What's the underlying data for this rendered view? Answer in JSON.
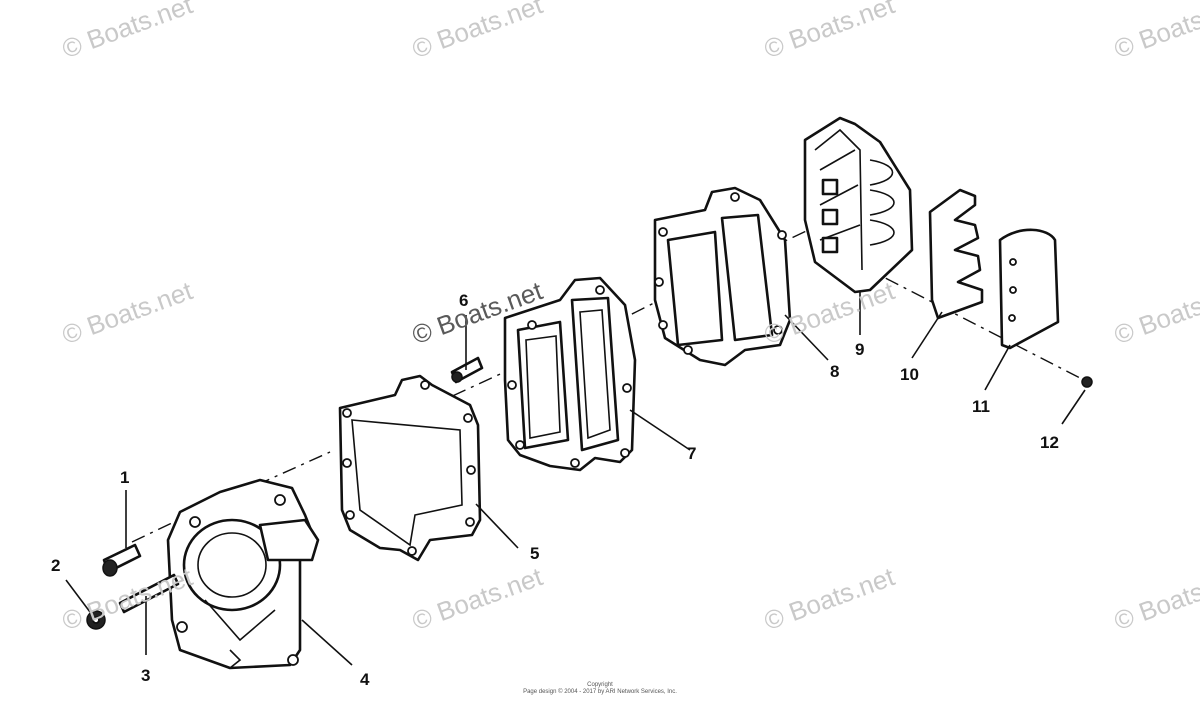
{
  "watermarks": {
    "text": "© Boats.net",
    "positions_count": 12
  },
  "callouts": [
    "1",
    "2",
    "3",
    "4",
    "5",
    "6",
    "7",
    "8",
    "9",
    "10",
    "11",
    "12"
  ],
  "copyright": {
    "line1": "Copyright",
    "line2": "Page design © 2004 - 2017 by ARI Network Services, Inc."
  }
}
